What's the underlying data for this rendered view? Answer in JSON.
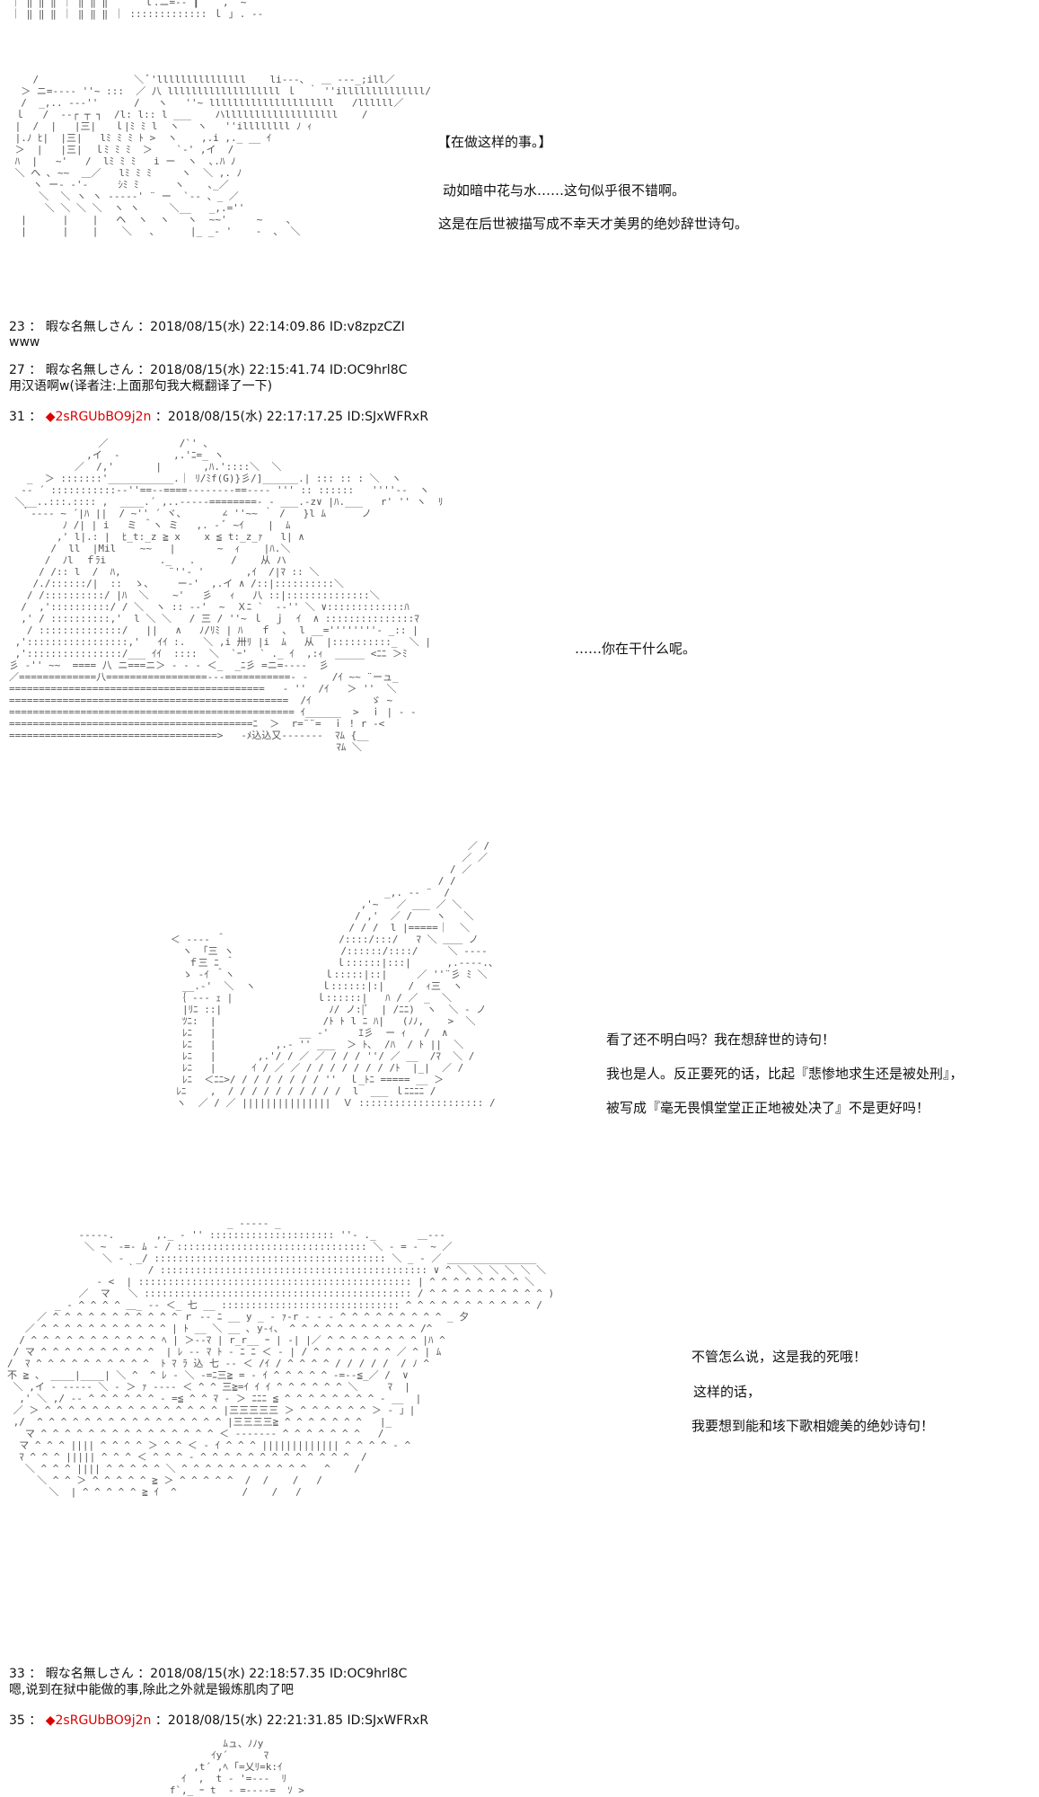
{
  "top_speech": [
    "【在做这样的事。】",
    "动如暗中花与水……这句似乎很不错啊。",
    "这是在后世被描写成不幸天才美男的绝妙辞世诗句。"
  ],
  "posts": [
    {
      "no": "23",
      "sep": "：",
      "name": "暇な名無しさん",
      "date": "：2018/08/15(水) 22:14:09.86 ID:v8zpzCZI",
      "body": "www"
    },
    {
      "no": "27",
      "sep": "：",
      "name": "暇な名無しさん",
      "date": "：2018/08/15(水) 22:15:41.74 ID:OC9hrl8C",
      "body": "用汉语啊w(译者注:上面那句我大概翻译了一下)"
    },
    {
      "no": "31",
      "sep": "：",
      "diamond": "◆",
      "name": "2sRGUbBO9j2n",
      "date": "：2018/08/15(水) 22:17:17.25 ID:SJxWFRxR"
    },
    {
      "no": "33",
      "sep": "：",
      "name": "暇な名無しさん",
      "date": "：2018/08/15(水) 22:18:57.35 ID:OC9hrl8C",
      "body": "嗯,说到在狱中能做的事,除此之外就是锻炼肌肉了吧"
    },
    {
      "no": "35",
      "sep": "：",
      "diamond": "◆",
      "name": "2sRGUbBO9j2n",
      "date": "：2018/08/15(水) 22:21:31.85 ID:SJxWFRxR"
    }
  ],
  "speech2": "……你在干什么呢。",
  "speech3": [
    "看了还不明白吗？我在想辞世的诗句！",
    "我也是人。反正要死的话，比起『悲惨地求生还是被处刑』，",
    "被写成『毫无畏惧堂堂正正地被处决了』不是更好吗！"
  ],
  "speech4": [
    "不管怎么说，这是我的死哦！",
    "这样的话，",
    "我要想到能和垓下歌相媲美的绝妙诗句！"
  ],
  "art": {
    "a0": "｜ ‖ ‖ ‖ ｜ ‖ ‖ ‖      ｌ.ニ=-‐ ┃  ´ ,  ~\n｜ ‖ ‖ ‖ ｜ ‖ ‖ ‖ ｜ ::::::::::::: ｌ ｣ . -‐",
    "a1": "    /                ＼ ﾞ'lllllllllllllll    li---、  ＿ -‐-_;ill／\n  ＞ ニ=---‐ ''~ :::  ／ 八 lllllllllllllllllll ｌ  ｀ ''illllllllllllll/\n  /  _,.. ---''      /   ヽ   ''~ lllllllllllllllllllll   /llllll／\n ｌ   /  ‐‐┌ ┬ ┐  /l: l:: l ___    ハlllllllllllllllllll    /\n |  /  |   |三|   ｌ|ﾐ ﾐ l  ヽ   ヽ   ''illllllll ﾉ ｨ\n |.ﾉ ﾋ|  |三|   lﾐ ﾐ ﾐ ﾄ >  ヽ    ,.i ,._ __ ｲ\n ＞  |   |三|  ｌﾐ ﾐ ﾐ  ＞    `‐' ,イ  /\n ﾊ  |   ~'   /  lﾐ ﾐ ﾐ   i ー  ヽ  ､.ﾊ ﾉ\n ＼ ヘ ､ ~~  ＿／   lﾐ ﾐ ﾐ     ヽ  ＼ ,. ﾉ\n    ヽ ー‐ -'‐     ｼﾐ ﾐ      ヽ    ､_／\n     ＼  ＼ ヽ ヽ ---‐‐' ¨ ー  `‐- 、_ ／\n      ＼ ＼ ＼ ＼  ヽ ヽ     ＼__   _,.=''\n  |      |    |   ヘ  ヽ  ヽ   ヽ  ~~'     ~    ､ \n  |      |    |    ＼   ､      |_ _‐ '    ‐  ､  ＼",
    "a2": "               ／            /`' 、\n             ,イ  ‐         ,.'ﾆ=_ ヽ\n           ／  /,'       |       ,ﾊ.'::::＼  ＼\n   _  ＞ :::::::'___________.｜ ﾘ/ﾐf(G)}彡/]______.| ::: :: : ＼  ヽ\n  ‐‐ ´ :::::::::::‐‐''==‐‐====‐‐‐‐‐‐‐‐==‐‐‐‐ ''' :: ::::::   ''''--  ヽ\n ＼__..:::.:::: ,  ____.´ ,..-----========- - ___.-z∨ |ﾊ.___   r' '' ヽ  ﾘ\n  ｀‐‐‐‐ ~ ´|ﾊ ||  / ~'' ´ ヾ、      ∠ ''~~ ｀ /   }l ﾑ      ノ\n         ﾉ /| | i   ミ ＾ヽ ミ   ,. ‐ ﾞ ~ｲ    |  ﾑ\n        ,' l|.: |  ﾋ_t:_z ≧ x    x ≦ t:_z_ｧ   l| ∧\n       /  ll  |Mil    ~~   |       ~  ｨ    |ﾊ.＼\n      /  ﾉl  ｆﾗi         ._   .      /    从 ハ\n     / /:: l  /  ﾊ,        ¨''‐ '       ,ｲ  /|ﾏ :: ＼\n    /./::::::/|  ::  ゝ、    ー‐'  ,.イ ∧ /::|::::::::::＼\n   / /::::::::::/ |ﾊ  ＼    ~'   彡   ｨ   八 ::|::::::::::::::＼\n  /  ,'::::::::::/ / ＼  ヽ :: ‐‐'  ~  Ｘﾆ `  ‐‐'' ＼ ∨:::::::::::::ﾊ\n  ,' / ::::::::::,'  l ＼ ＼   / 三 / ''~ ｌ  ｊ  ｲ  ∧ :::::::::::::::ﾏ\n   / ::::::::::::::/   ||   ∧   ﾉ/ﾘﾐ | ﾊ   ｆ  ､  l __=''''''''‐ _:: |\n ,':::::::::::::::::,'   ｲｲ :.   ＼ ,i 卅ﾘ |i  ﾑ   从  |::::::::::_  ＼ |\n ,'::::::::::::::::/___ ｲｲ  ::::  ＼  `ｰ'  ` ._ ｲ  ,:ｨ  _____ <ﾆﾆ ＞ﾐ\n彡 ‐'' ~~  ==== 八 ニ===ニ＞ - - ‐ ＜_  _ﾆ彡 =ニ=-‐--  彡  \n／=============八=================---===========- ‐    /ｲ ~~ ¨ーュ_\n===========================================   - ''  /ｲ   ＞ ''  ＼\n===============================================  /ｲ          ゞ ~\n================================================ ｲ______  >  ｉ | - -\n=========================================ﾆ  ＞  r=¨¨=  ｉ ! r ‐<\n===================================>   -ﾒ込込又-------  ﾏﾑ {__\n                                                       ﾏﾑ ＼",
    "a3": "                                                        ／ /\n                                                       ／ ／\n                                                     / ／\n                                                   / /\n                                          _,. ‐‐ ¨  /\n                                      ,'~   ／ ___ ／ ＼\n                                     / ,'  ／ /    ヽ   ＼\n                                    / / /  l |=====｜  ＼\n      ＜ ‐‐‐‐ ＾                   /::::/:::/   ﾏ ＼ ＿＿ ノ\n        ヽ 「三 ヽ                  /::::::/::::/     ＼ ‐‐‐‐\n         ｆ三 ﾆ ＾                 ｌ::::::|:::|      ,.-‐‐‐.、\n        ゝ ‐ｲ ＾ヽ               ｌ:::::|::|     ／ ''¨彡 ﾐ ＼\n        __.‐'  ＼  ヽ           ｌ::::::|:|    /  ｨ三  ヽ \n       ｛ ‐‐‐ ｪ |              ｌ::::::|   ﾊ / ／ _  ＼ \n        |ﾘﾆ ::|                  ﾉ/ ノ:|ﾞ  | /ﾆﾆ)  ヽ  ＼ ‐ ノ\n        ﾂﾆ:  |                  /ﾄ ﾄ l ﾆ ﾊ|   (ﾉﾉ,    >  ＼\n        ﾚﾆ   |              __ ‐'     ｴ彡  ー ｨ   /  ∧\n        ﾚﾆ   |          ,.‐ '' ___  ＞ ﾄ､  /ﾊ  / ﾄ ||  ＼\n        ﾚﾆ   |       ,.'/ / ／ ／ / / / ''/ ／ __  /ﾏ  ＼ /\n        ﾚﾆ   |      ｲ / ／ ／ / / / / / / / /ﾄ  |_|  ／ /\n        ﾚﾆ  ＜ﾆﾆ>/ / / / / / / / ''  ｌ_ﾄﾆ ===== __ ＞\n       ﾚﾆ    ,  / / / / / / / / / /  l  ___ ｌﾆﾆﾆﾆ /\n       ヽ  ／ / ／ |||||||||||||||  Ｖ ::::::::::::::::::::: /",
    "a4": "                                     _ ‐‐‐‐‐ _\n            ‐‐‐‐-.       ,._ ‐ '' ::::::::::::::::::::: ''‐ ._       ＿‐‐‐\n             ＼ ~  -=‐ ﾑ ‐ / :::::::::::::::::::::::::::::::: ＼ - = ‐  ~ ／\n                ＼ ‐  _/ ::::::::::::::::::::::::::::::::::::::: ＼ _ ‐ ／ _______________\n                    ｀  / ::::::::::::::::::::::::::::::::::::::::::::: ∨ ^ ＼ ＼ ＼ ＼ ＼ ＼\n               ‐ <  | :::::::::::::::::::::::::::::::::::::::::::::: | ^ ^ ^ ^ ^ ^ ^ ^ ＼\n            ／  マ   ＼ ::::::::::::::::::::::::::::::::::::::::::::: / ^ ^ ^ ^ ^ ^ ^ ^ ^ ^ )\n        _ ‐ ^ ^ ^ ^ ＿_ ‐‐ ＜_ 七 __ :::::::::::::::::::::::::::::: ^ ^ ^ ^ ^ ^ ^ ^ ^ ^ ^ /\n     ／ ^ ^ ^ ^ ^ ^ ^ ^ ^ ^ ^ ｒ ‐‐ ﾆ __ y _ ‐ ｧ‐r ‐ ‐ ‐ ^ ^ ^ ^ ^ ^ ^ ^ ^ _ 夕\n   ／ ^ ^ ^ ^ ^ ^ ^ ^ ^ ^ ^ | ﾄ __ ＼ __ ､ y‐ｨ、 ^ ^ ^ ^ ^ ^ ^ ^ ^ ^ ^ /^\n  / ^ ^ ^ ^ ^ ^ ^ ^ ^ ^ ^ ﾍ | ＞‐‐ﾏ | r_r__ ｰ | ‐| |／ ^ ^ ^ ^ ^ ^ ^ ^ |ﾊ ^\n / マ ^ ^ ^ ^ ^ ^ ^ ^ ^ ^  | ﾚ ‐‐ ﾏ ﾄ ‐ ﾆ ﾆ ＜ ‐ | / ^ ^ ^ ^ ^ ^ ^ ／ ^ | ﾑ\n/  ﾏ ^ ^ ^ ^ ^ ^ ^ ^ ^ ^  ﾄ ﾏ ﾗ 込 七 ‐‐ ＜ /ｲ / ^ ^ ^ ^ / / / / /  / ﾉ ^\n不 ≧ 、 ____|____| ＼ ^  ^ ﾚ ‐ ＼ ‐=ﾆ三≧ = ‐ ｲ ^ ^ ^ ^ ^ ‐=‐‐≦_／ /  ∨\n ＼ ,イ ‐ ‐‐‐‐‐ ＼ ‐ ＞ ｧ ‐‐‐‐ ＜ ^ ^ 三≧=ｲ ｲ ｲ ^ ^ ^ ^ ^ ^ ＼     ﾏ  |\n  ,' ＼ ,/ ‐‐ ^ ^ ^ ^ ^ ^ ‐ =≦ ^ ^ ﾏ ‐ ＞ ﾆﾆﾆ ≦ ^ ^ ^ ^ ^ ^ ^ ^ ‐ __  |\n ／ ＞ ^ ^ ^ ^ ^ ^ ^ ^ ^ ^ ^ ^ ^ ^ ^ |三三三三三 ＞ ^ ^ ^ ^ ^ ^ ＞ ‐ 」|\n ,/  ^ ^ ^ ^ ^ ^ ^ ^ ^ ^ ^ ^ ^ ^ ^ ^ |三三三三≧ ^ ^ ^ ^ ^ ^ ^   |_\n   マ ^ ^ ^ ^ ^ ^ ^ ^ ^ ^ ^ ^ ^ ^ ^ ＜ ‐‐‐‐‐‐‐ ^ ^ ^ ^ ^ ^ ^   /\n  マ ^ ^ ^ |||| ^ ^ ^ ^ ＞ ^ ^ ＜ ‐ ｲ ^ ^ ^ ||||||||||||| ^ ^ ^ ^ ‐ ^\n  ﾏ ^ ^ ^ ||||| ^ ^ ^ ＜ ^ ^ ^ ‐ ^ ^ ^ ^ ^ ^ ^ ^ ^ ^ ^ ^ ^  /\n   ＼ ^ ^ ^ |||| ^ ^ ^ ^ ^ ＼ ^ ^ ^ ^ ^ ^ ^ ^ ^ ^ ^   ^    /\n     ＼ ^ ^ ＞ ^ ^ ^ ^ ^ ≧ ＞ ^ ^ ^ ^ ^  /  /    /   /\n       ＼  | ^ ^ ^ ^ ^ ≧ ｲ  ^           /    /   /",
    "a5": "                                    ﾑュ、ﾉﾉy\n                                  ｲy´      ﾏ\n                               ,t´ ,ﾍ ｢=乂ﾘ=k:ｲ\n                             ｲ  ,  t ‐ '=--‐  ﾘ\n                           f`,_ ｰ t  ‐ =‐‐‐‐=  ｿ >"
  }
}
